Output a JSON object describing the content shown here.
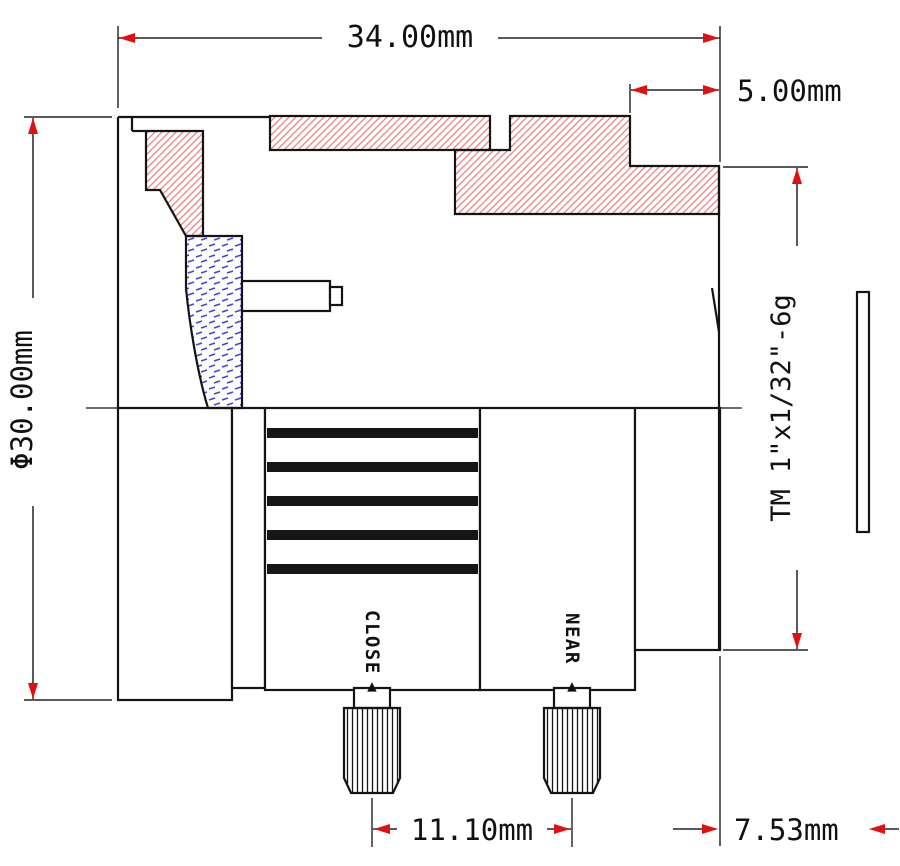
{
  "colors": {
    "arrow": "#e01010",
    "hatch_red": "#ef8080",
    "hatch_blue": "#4646d2",
    "line": "#141414"
  },
  "dimensions": {
    "overall_length": "34.00mm",
    "flange_step": "5.00mm",
    "outer_diameter": "Φ30.00mm",
    "thread_spec": "TM 1\"x1/32\"-6g",
    "knob_spacing": "11.10mm",
    "rear_protrusion": "7.53mm"
  },
  "labels": {
    "close": "CLOSE",
    "near": "NEAR",
    "marker": "▲"
  }
}
